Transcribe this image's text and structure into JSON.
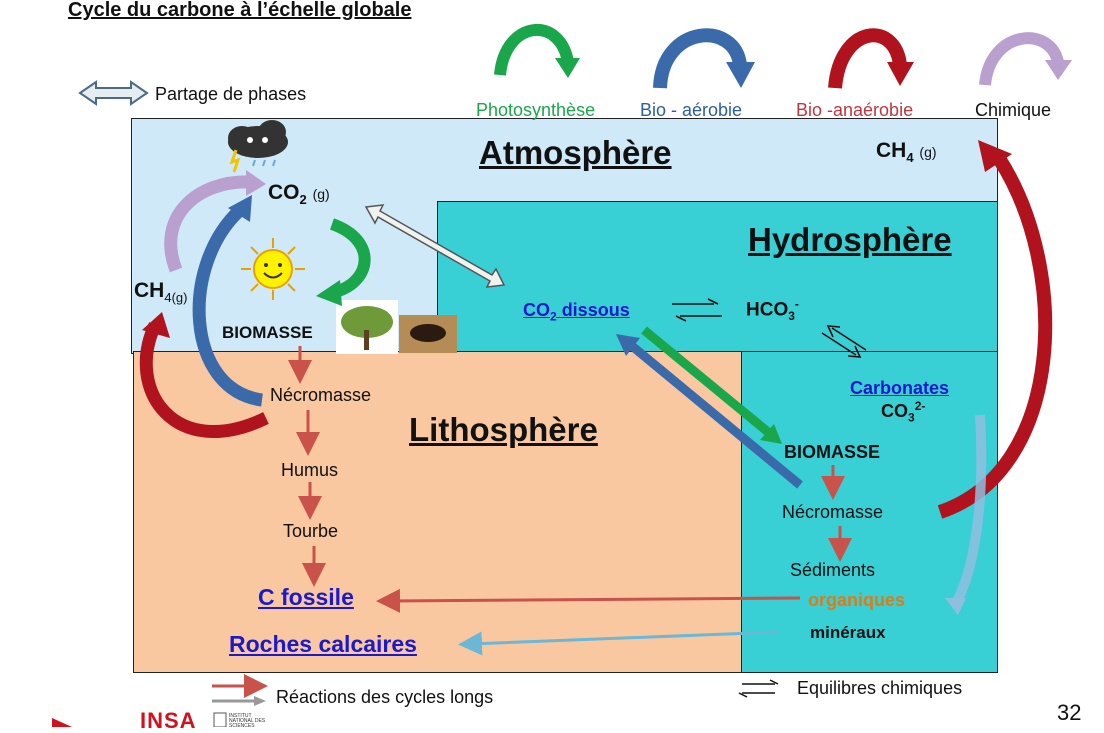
{
  "title": "Cycle du carbone à l’échelle globale",
  "legend": {
    "phase_sharing": "Partage de phases",
    "photosynthesis": "Photosynthèse",
    "bio_aerobic": "Bio - aérobie",
    "bio_anaerobic": "Bio -anaérobie",
    "chemical": "Chimique",
    "long_cycles": "Réactions des cycles longs",
    "chem_equilibria": "Equilibres chimiques"
  },
  "colors": {
    "atmosphere": "#cfe9f8",
    "hydrosphere": "#38cfd5",
    "lithosphere": "#f9c8a0",
    "photosynthesis": "#1aa64a",
    "bio_aerobic": "#3a6aaa",
    "bio_anaerobic": "#b0121e",
    "chemical": "#b9a0cf",
    "long_cycle": "#c9524a",
    "carbonate_flow": "#6bb7d6"
  },
  "zones": {
    "atmosphere": "Atmosphère",
    "hydrosphere": "Hydrosphère",
    "lithosphere": "Lithosphère"
  },
  "labels": {
    "ch4_atm": "CH",
    "ch4_atm_sub": "4",
    "ch4_atm_phase": "(g)",
    "co2": "CO",
    "co2_sub": "2",
    "co2_phase": "(g)",
    "ch4_left": "CH",
    "ch4_left_sub": "4(g)",
    "biomasse_land": "BIOMASSE",
    "necromasse_land": "Nécromasse",
    "humus": "Humus",
    "tourbe": "Tourbe",
    "c_fossile": "C fossile",
    "roches": "Roches calcaires",
    "co2_dissous_a": "CO",
    "co2_dissous_sub": "2",
    "co2_dissous_b": " dissous",
    "hco3": "HCO",
    "hco3_sub": "3",
    "hco3_sup": "-",
    "carbonates": "Carbonates",
    "co3": "CO",
    "co3_sub": "3",
    "co3_sup": "2-",
    "biomasse_water": "BIOMASSE",
    "necromasse_water": "Nécromasse",
    "sediments": "Sédiments",
    "organiques": "organiques",
    "mineraux": "minéraux"
  },
  "page_number": "32",
  "logo_text": "INSA",
  "logo_small": "INSTITUT NATIONAL DES SCIENCES"
}
